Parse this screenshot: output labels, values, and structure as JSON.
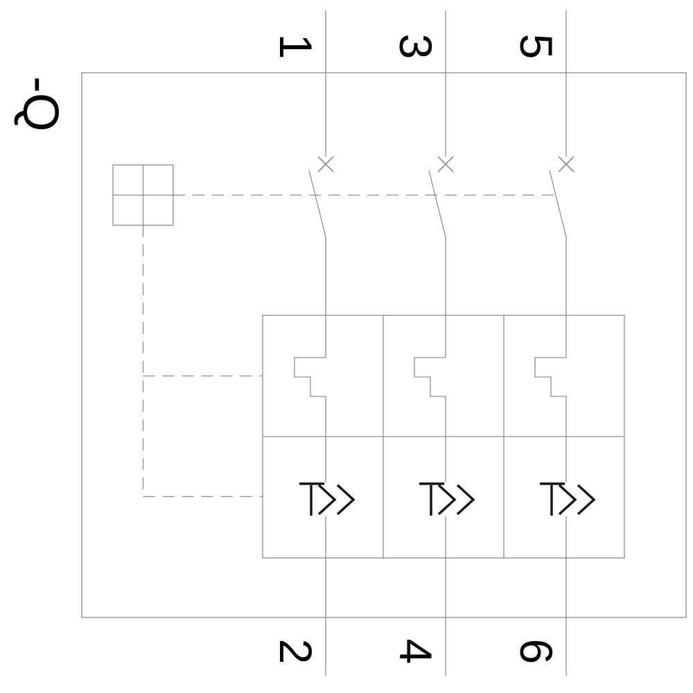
{
  "schematic": {
    "designation": "-Q",
    "terminals": {
      "top": [
        "1",
        "3",
        "5"
      ],
      "bottom": [
        "2",
        "4",
        "6"
      ]
    },
    "symbols": {
      "instantaneous_overcurrent": "I>>"
    },
    "colors": {
      "line": "#8c8c8c",
      "text": "#000000",
      "symbol": "#111111",
      "background": "#ffffff"
    }
  }
}
